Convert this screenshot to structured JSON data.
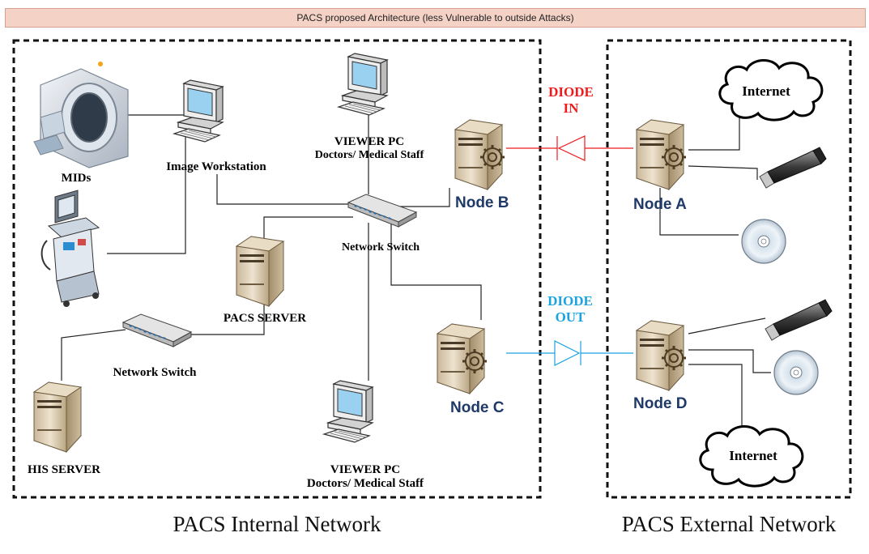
{
  "title": "PACS proposed Architecture (less Vulnerable to outside Attacks)",
  "labels": {
    "mids": "MIDs",
    "image_workstation": "Image Workstation",
    "viewer_pc_top_1": "VIEWER PC",
    "viewer_pc_top_2": "Doctors/ Medical Staff",
    "network_switch_main": "Network Switch",
    "pacs_server": "PACS SERVER",
    "network_switch_2": "Network Switch",
    "his_server": "HIS SERVER",
    "viewer_pc_bottom_1": "VIEWER PC",
    "viewer_pc_bottom_2": "Doctors/ Medical Staff"
  },
  "nodes": {
    "b": "Node B",
    "c": "Node C",
    "a": "Node A",
    "d": "Node D"
  },
  "diodes": {
    "in_1": "DIODE",
    "in_2": "IN",
    "out_1": "DIODE",
    "out_2": "OUT"
  },
  "clouds": {
    "top": "Internet",
    "bottom": "Internet"
  },
  "networks": {
    "internal": "PACS Internal Network",
    "external": "PACS External Network"
  },
  "colors": {
    "title_bg": "#f4d2c6",
    "node_text": "#1f3a68",
    "diode_in": "#ee1c1c",
    "diode_out": "#1aa3e0"
  }
}
